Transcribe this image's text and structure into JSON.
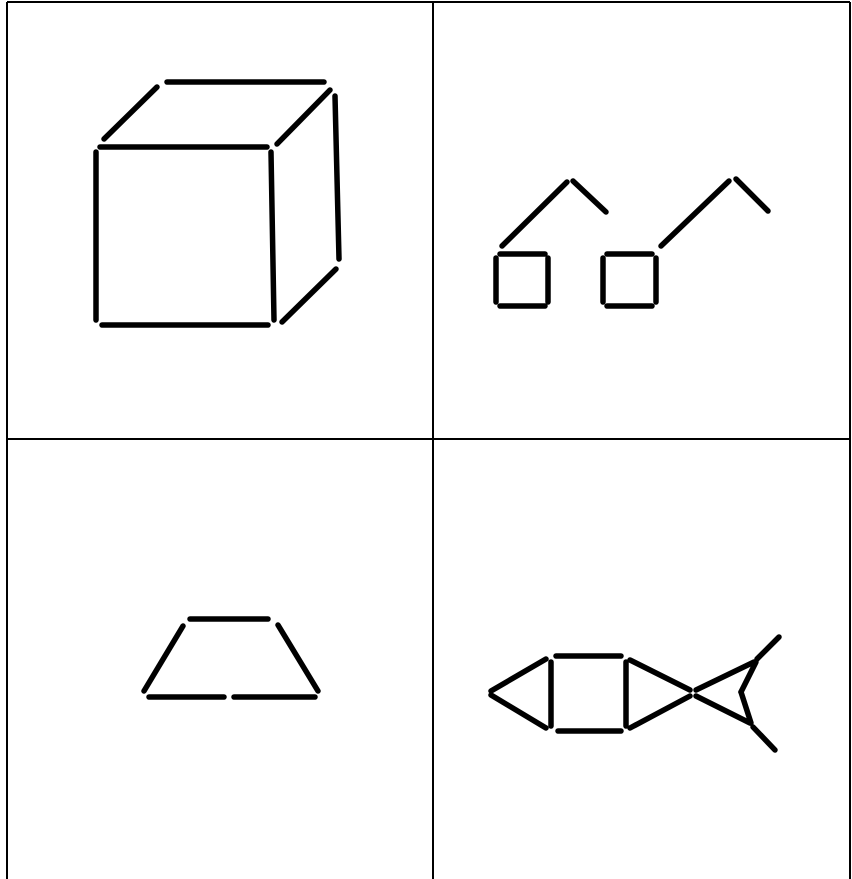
{
  "figures": [
    {
      "name": "cube",
      "sticks": 9
    },
    {
      "name": "glasses",
      "sticks": 12
    },
    {
      "name": "trapezoid",
      "sticks": 5
    },
    {
      "name": "fish",
      "sticks": 14
    }
  ],
  "colors": {
    "ink": "#000000",
    "paper": "#ffffff"
  }
}
